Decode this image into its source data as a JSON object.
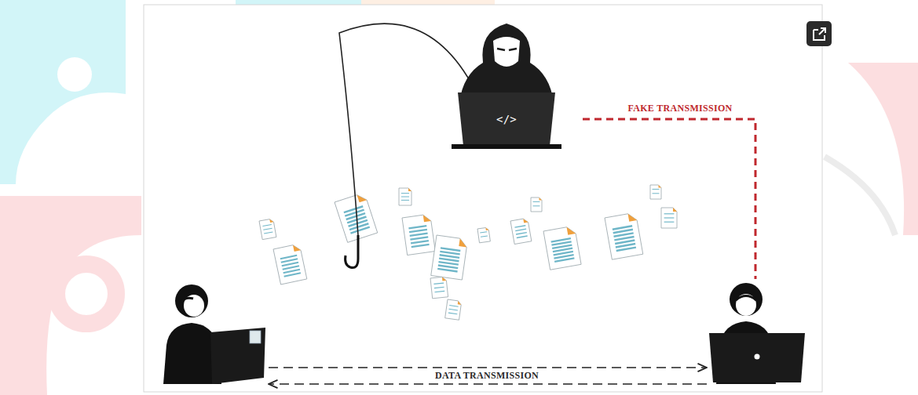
{
  "diagram": {
    "labels": [
      "</>",
      "FAKE TRANSMISSION",
      "DATA TRANSMISSION"
    ]
  }
}
